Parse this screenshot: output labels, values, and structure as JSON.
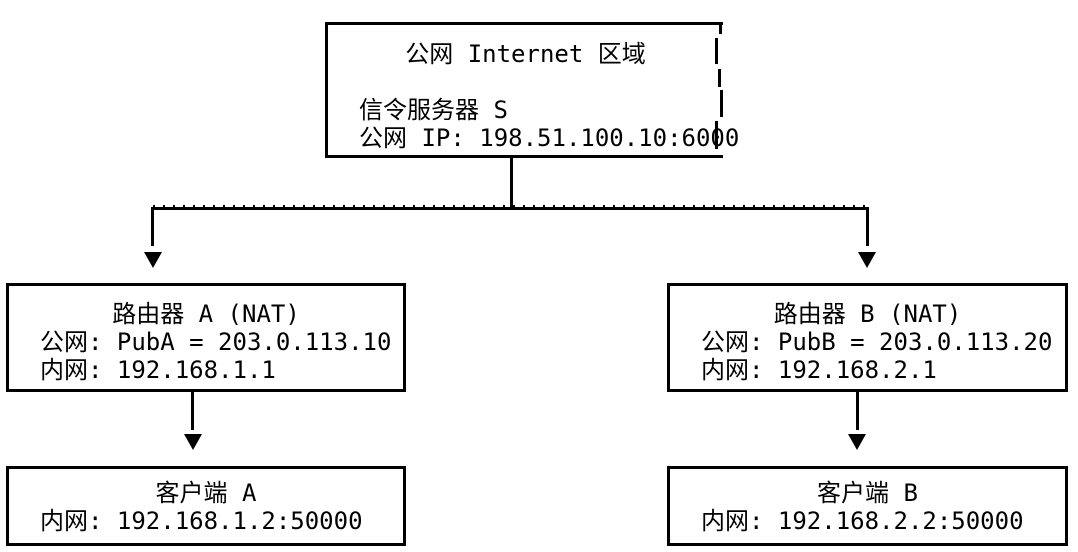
{
  "diagram": {
    "type": "network-topology",
    "colors": {
      "line": "#000000",
      "text": "#000000",
      "background": "#ffffff"
    },
    "internet_box": {
      "title": "公网 Internet 区域",
      "server_line": "信令服务器 S",
      "ip_line": "公网 IP: 198.51.100.10:6000"
    },
    "router_a": {
      "title": "路由器 A (NAT)",
      "public_line": "公网: PubA = 203.0.113.10",
      "private_line": "内网: 192.168.1.1"
    },
    "router_b": {
      "title": "路由器 B (NAT)",
      "public_line": "公网: PubB = 203.0.113.20",
      "private_line": "内网: 192.168.2.1"
    },
    "client_a": {
      "title": "客户端 A",
      "private_line": "内网: 192.168.1.2:50000"
    },
    "client_b": {
      "title": "客户端 B",
      "private_line": "内网: 192.168.2.2:50000"
    }
  }
}
